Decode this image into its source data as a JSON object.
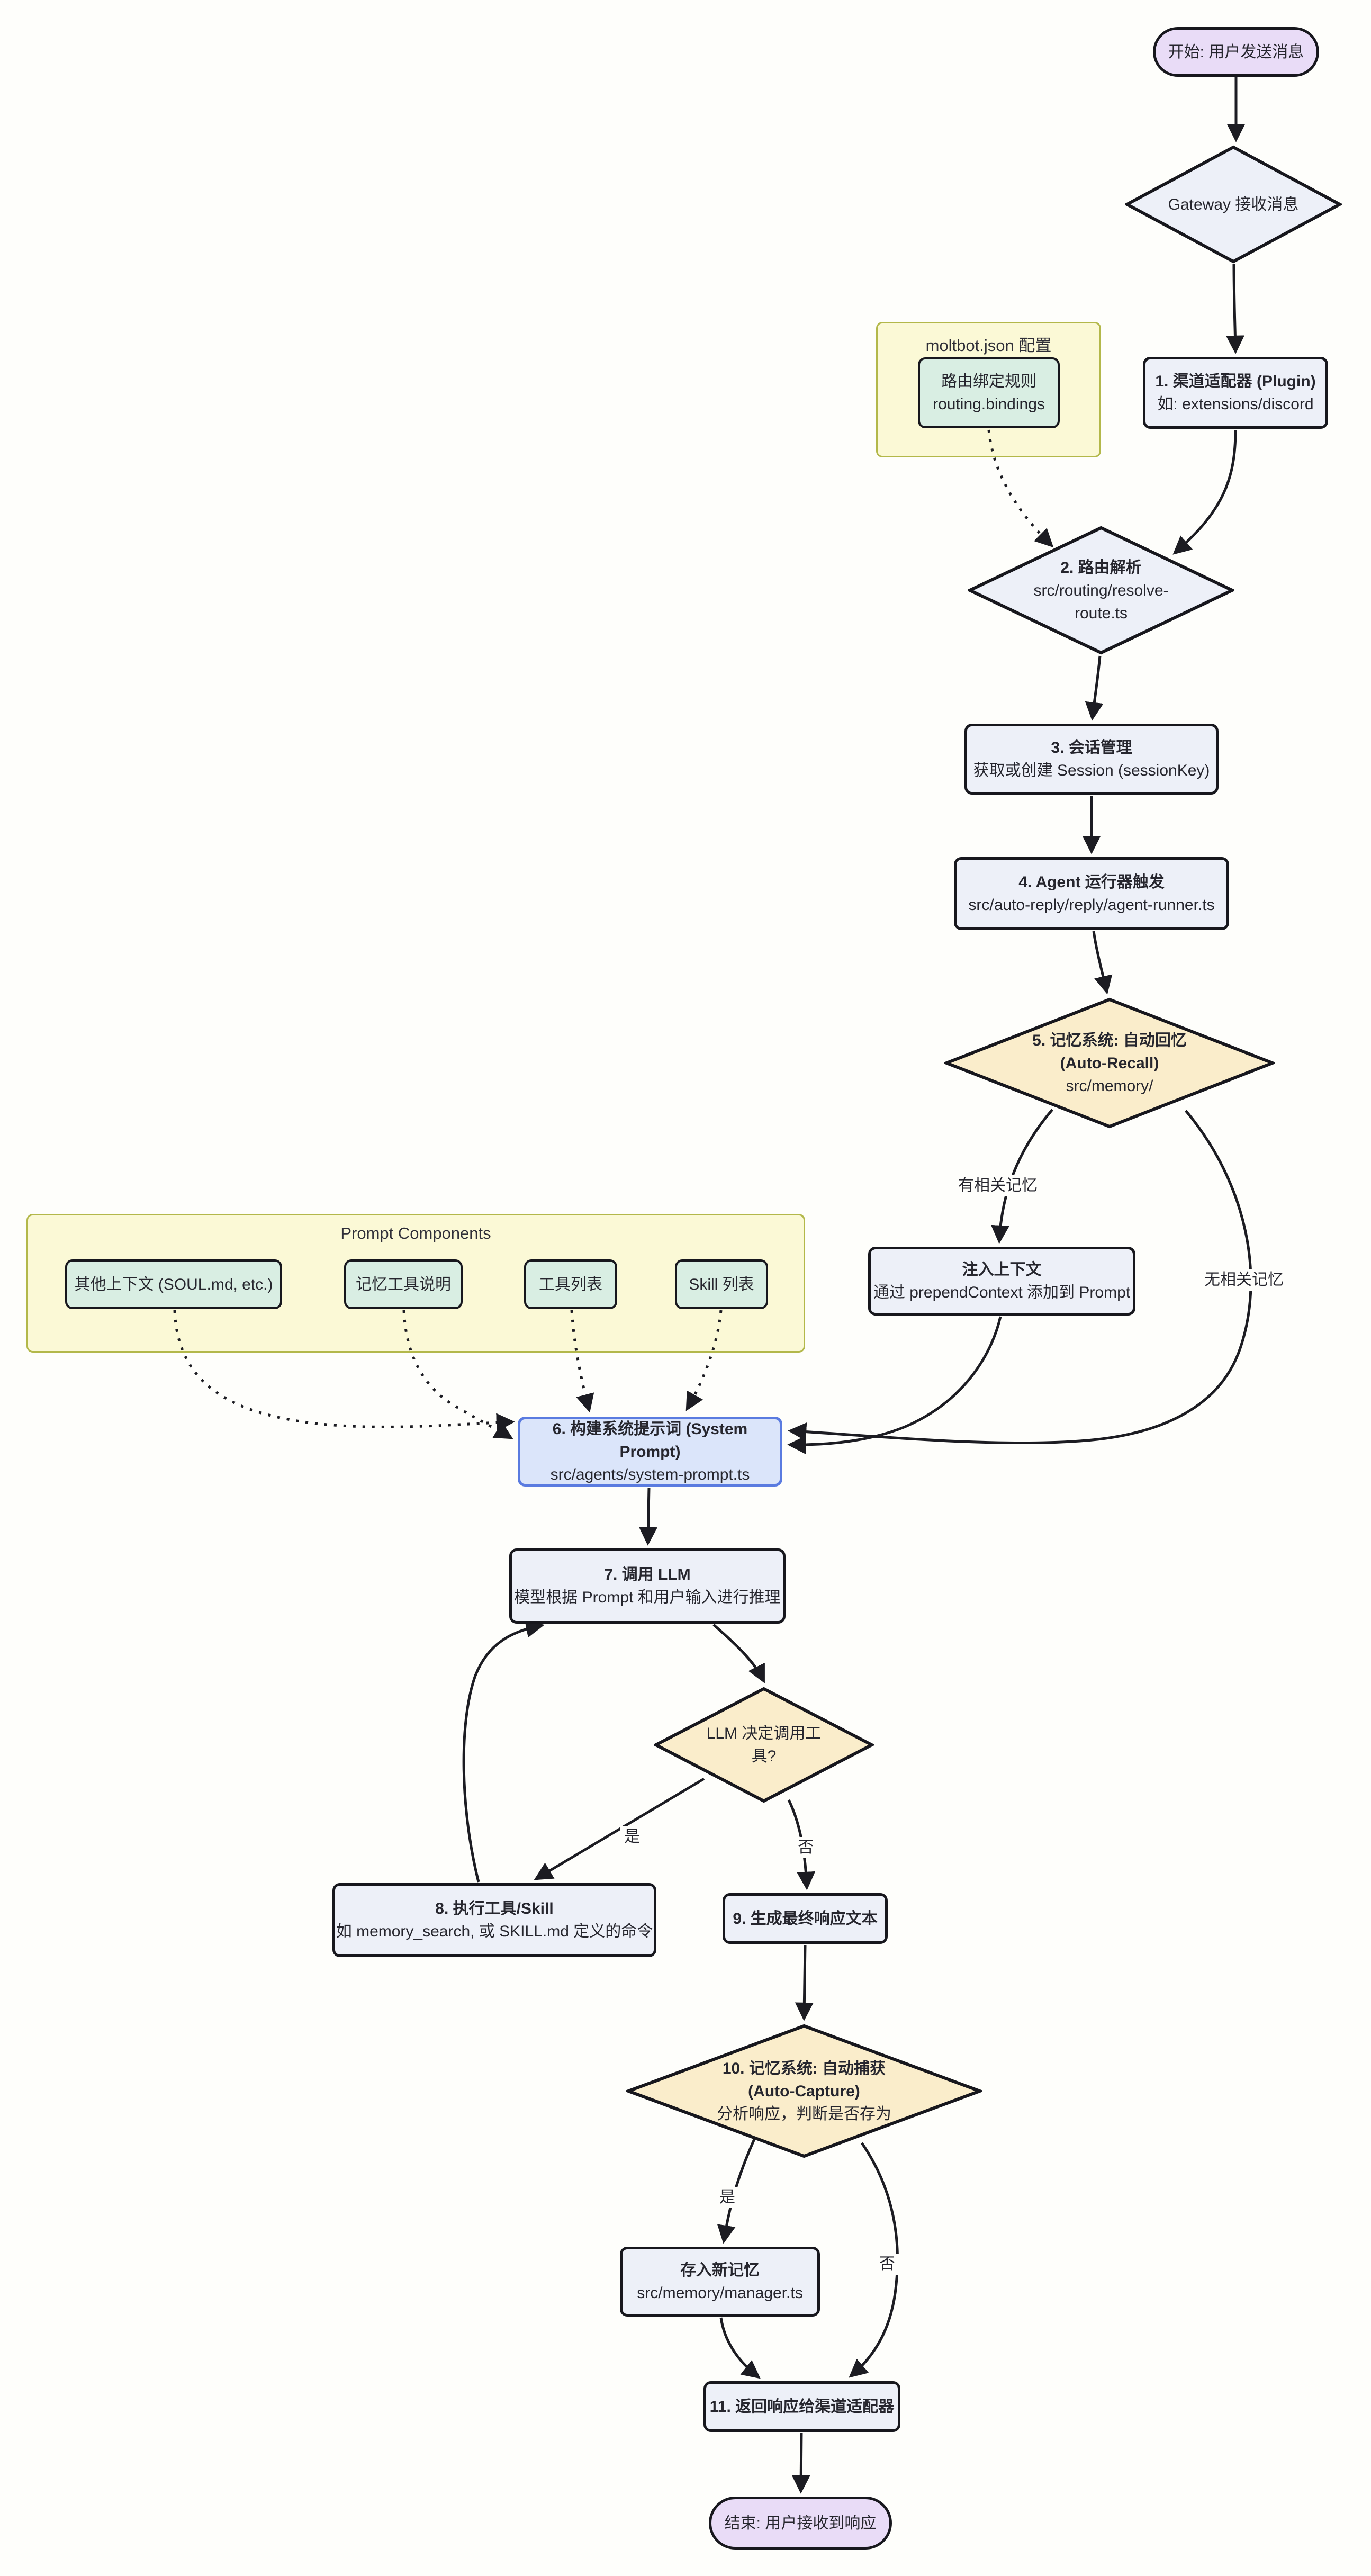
{
  "diagram": {
    "colors": {
      "node_fill": "#edf0f8",
      "node_border": "#17171d",
      "decision_fill": "#faedcb",
      "terminal_fill": "#e9dcf7",
      "config_fill": "#fbf9d6",
      "config_border": "#b3b84a",
      "component_fill": "#d9eee3",
      "highlight_fill": "#dbe5fa",
      "highlight_border": "#5a7be0",
      "edge_color": "#1c1c22"
    }
  },
  "nodes": {
    "start": {
      "label": "开始: 用户发送消息"
    },
    "gateway": {
      "label": "Gateway 接收消息"
    },
    "step1": {
      "title": "1. 渠道适配器 (Plugin)",
      "sub": "如: extensions/discord"
    },
    "config_group": {
      "title": "moltbot.json 配置"
    },
    "routing_rules": {
      "line1": "路由绑定规则",
      "line2": "routing.bindings"
    },
    "step2": {
      "title": "2. 路由解析",
      "sub": "src/routing/resolve-route.ts"
    },
    "step3": {
      "title": "3. 会话管理",
      "sub": "获取或创建 Session (sessionKey)"
    },
    "step4": {
      "title": "4. Agent 运行器触发",
      "sub": "src/auto-reply/reply/agent-runner.ts"
    },
    "step5": {
      "title": "5. 记忆系统: 自动回忆",
      "title2": "(Auto-Recall)",
      "sub": "src/memory/"
    },
    "inject": {
      "title": "注入上下文",
      "sub": "通过 prependContext 添加到 Prompt"
    },
    "prompt_group": {
      "title": "Prompt Components"
    },
    "comp_other": {
      "label": "其他上下文 (SOUL.md, etc.)"
    },
    "comp_memory": {
      "label": "记忆工具说明"
    },
    "comp_tools": {
      "label": "工具列表"
    },
    "comp_skills": {
      "label": "Skill 列表"
    },
    "step6": {
      "title": "6. 构建系统提示词 (System Prompt)",
      "sub": "src/agents/system-prompt.ts"
    },
    "step7": {
      "title": "7. 调用 LLM",
      "sub": "模型根据 Prompt 和用户输入进行推理"
    },
    "llm_decision": {
      "label": "LLM 决定调用工具?"
    },
    "step8": {
      "title": "8. 执行工具/Skill",
      "sub": "如 memory_search, 或 SKILL.md 定义的命令"
    },
    "step9": {
      "title": "9. 生成最终响应文本"
    },
    "step10": {
      "title": "10. 记忆系统: 自动捕获",
      "title2": "(Auto-Capture)",
      "sub": "分析响应，判断是否存为"
    },
    "save_memory": {
      "title": "存入新记忆",
      "sub": "src/memory/manager.ts"
    },
    "step11": {
      "title": "11. 返回响应给渠道适配器"
    },
    "end": {
      "label": "结束: 用户接收到响应"
    }
  },
  "edge_labels": {
    "has_memory": "有相关记忆",
    "no_memory": "无相关记忆",
    "tool_yes": "是",
    "tool_no": "否",
    "save_yes": "是",
    "save_no": "否"
  }
}
